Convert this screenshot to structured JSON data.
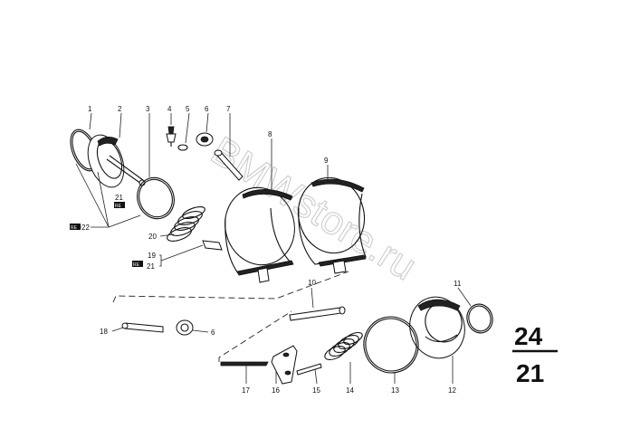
{
  "watermark": "BMWstore.ru",
  "group_number": {
    "top": "24",
    "bottom": "21"
  },
  "reference_tag": "RE",
  "labels": {
    "p1": "1",
    "p2": "2",
    "p3": "3",
    "p4": "4",
    "p5": "5",
    "p6": "6",
    "p7": "7",
    "p8": "8",
    "p9": "9",
    "p10": "10",
    "p11": "11",
    "p12": "12",
    "p13": "13",
    "p14": "14",
    "p15": "15",
    "p16": "16",
    "p17": "17",
    "p18": "18",
    "p19": "19",
    "p20": "20",
    "p21a": "21",
    "p21b": "21",
    "p22": "22",
    "p6b": "6"
  }
}
